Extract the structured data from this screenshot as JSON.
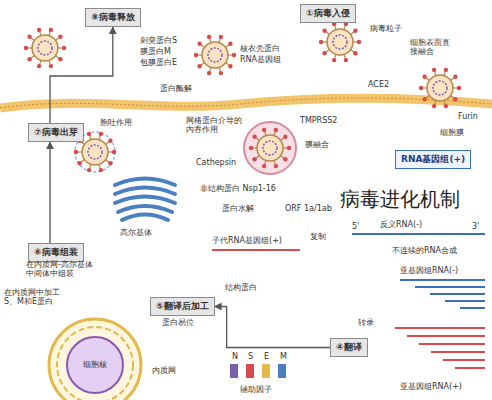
{
  "diagram": {
    "nodes": [
      {
        "text": [
          "①病毒入侵"
        ]
      },
      {
        "text": [
          "⑧病毒释放"
        ]
      },
      {
        "text": [
          "⑦病毒出芽"
        ]
      },
      {
        "text": [
          "⑥病毒组装"
        ]
      },
      {
        "text": [
          "⑤翻译后加工"
        ]
      },
      {
        "text": [
          "④翻译"
        ]
      },
      {
        "text": [
          "RNA基因组(+)"
        ]
      }
    ],
    "edges": [
      {
        "from": 3,
        "to": 2,
        "arrow": "to"
      },
      {
        "from": 2,
        "to": 1,
        "arrow": "to"
      },
      {
        "from": 5,
        "to": 4,
        "arrow": "to"
      }
    ],
    "labels": [
      "病毒粒子",
      "细胞表面直接融合",
      "刺突蛋白S",
      "膜蛋白M",
      "包膜蛋白E",
      "核衣壳蛋白",
      "RNA基因组",
      "ACE2",
      "Furin",
      "TMPRSS2",
      "蛋白酶解",
      "胞吐作用",
      "细胞膜",
      "网格蛋白介导的内吞作用",
      "Cathepsin",
      "膜融合",
      "非结构蛋白 Nsp1-16",
      "ORF 1a/1ab",
      "蛋白水解",
      "病毒进化机制",
      "5'",
      "3'",
      "反义RNA(-)",
      "复制",
      "子代RNA基因组(+)",
      "不连续的RNA合成",
      "亚基因组RNA(-)",
      "转录",
      "亚基因组RNA(+)",
      "高尔基体",
      "在内质网-高尔基体中间体中组装",
      "在内质网中加工S、M和E蛋白",
      "结构蛋白",
      "蛋白易位",
      "内质网",
      "细胞核",
      "N",
      "S",
      "E",
      "M",
      "辅助因子"
    ]
  }
}
